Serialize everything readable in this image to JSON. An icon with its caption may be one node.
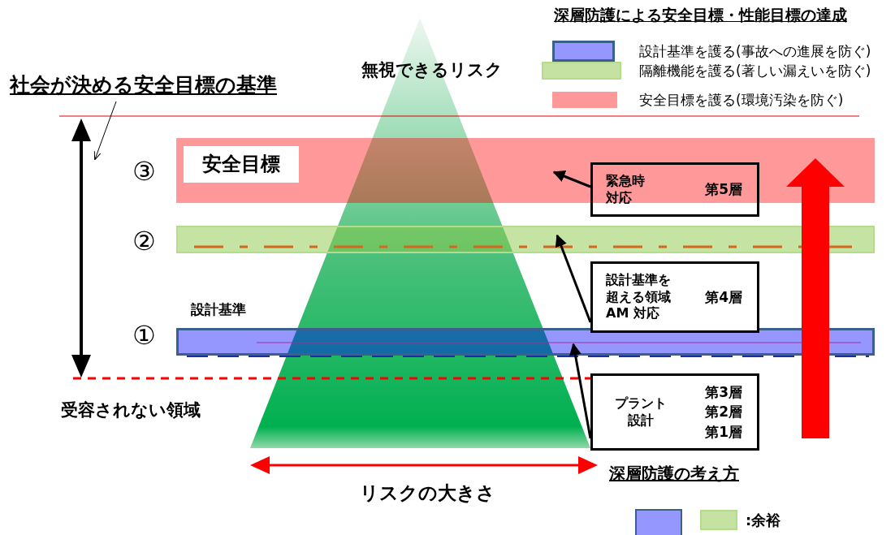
{
  "diagram": {
    "title": "深層防護による安全目標・性能目標の達成",
    "nodes": [
      {
        "text": [
          "安全目標"
        ]
      },
      {
        "text": [],
        "shape": "bar"
      },
      {
        "text": [],
        "shape": "bar",
        "beside": [
          "設計基準"
        ]
      },
      {
        "text": [
          "緊急時対応",
          "第5層"
        ]
      },
      {
        "text": [
          "設計基準を超える領域AM 対応",
          "第4層"
        ]
      },
      {
        "text": [
          "プラント設計",
          "第3層",
          "第2層",
          "第1層"
        ]
      },
      {
        "text": [
          "社会が決める安全目標の基準"
        ]
      }
    ],
    "edges": [
      {
        "from": 3,
        "to": 0,
        "arrow": "to"
      },
      {
        "from": 4,
        "to": 1,
        "arrow": "to"
      },
      {
        "from": 5,
        "to": 2,
        "arrow": "to"
      },
      {
        "from": 6,
        "to": null,
        "arrow": "to"
      }
    ],
    "labels": [
      "無視できるリスク",
      "③",
      "②",
      "①",
      "受容されない領域",
      "リスクの大きさ",
      "深層防護の考え方",
      ":余裕"
    ],
    "legend": [
      {
        "text": "設計基準を護る(事故への進展を防ぐ)",
        "color": "#9696ff"
      },
      {
        "text": "隔離機能を護る(著しい漏えいを防ぐ)",
        "color": "#c6e2a3"
      },
      {
        "text": "安全目標を護る(環境汚染を防ぐ)",
        "color": "#ff9999"
      }
    ]
  }
}
